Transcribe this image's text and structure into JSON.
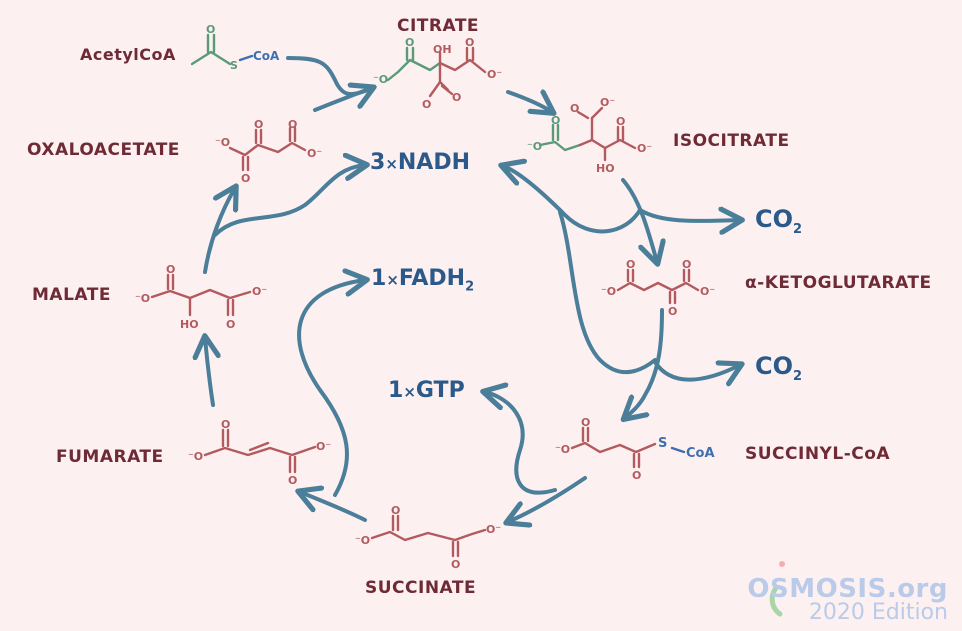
{
  "title": "Citric Acid Cycle",
  "colors": {
    "background": "#fdf0f1",
    "label": "#6e2b35",
    "molecule": "#b35a5f",
    "acetyl": "#5a9a78",
    "coa": "#3f6fb0",
    "arrow": "#4a7e99",
    "product": "#2b5a8a"
  },
  "molecules": {
    "acetylcoa": {
      "label": "AcetylCoA",
      "group": "CoA",
      "s": "S"
    },
    "citrate": {
      "label": "CITRATE",
      "oh": "OH"
    },
    "isocitrate": {
      "label": "ISOCITRATE",
      "oh": "HO"
    },
    "alpha_ketoglutarate": {
      "label": "α-KETOGLUTARATE"
    },
    "succinyl_coa": {
      "label": "SUCCINYL-CoA",
      "group": "CoA",
      "s": "S"
    },
    "succinate": {
      "label": "SUCCINATE"
    },
    "fumarate": {
      "label": "FUMARATE"
    },
    "malate": {
      "label": "MALATE",
      "oh": "HO"
    },
    "oxaloacetate": {
      "label": "OXALOACETATE"
    }
  },
  "atoms": {
    "oxygen": "O",
    "oxide": "O⁻",
    "neg_oxide": "⁻O"
  },
  "products": {
    "nadh": {
      "count": "3",
      "times": "×",
      "name": "NADH"
    },
    "fadh2": {
      "count": "1",
      "times": "×",
      "name": "FADH",
      "sub": "2"
    },
    "gtp": {
      "count": "1",
      "times": "×",
      "name": "GTP"
    },
    "co2_1": {
      "name": "CO",
      "sub": "2"
    },
    "co2_2": {
      "name": "CO",
      "sub": "2"
    }
  },
  "watermark": {
    "brand": "OSMOSIS.org",
    "edition": "2020 Edition"
  }
}
